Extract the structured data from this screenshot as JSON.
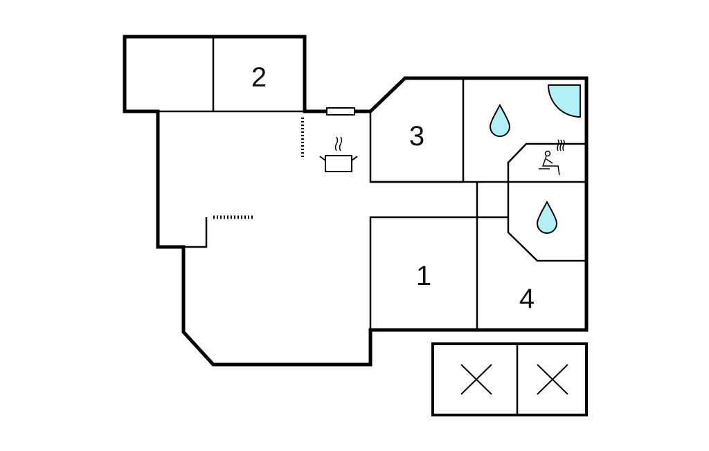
{
  "rooms": [
    {
      "id": "bedroom-2",
      "label": "2"
    },
    {
      "id": "bedroom-3",
      "label": "3"
    },
    {
      "id": "bedroom-1",
      "label": "1"
    },
    {
      "id": "bedroom-4",
      "label": "4"
    }
  ],
  "icons": [
    "kitchen-pot-icon",
    "water-drop-icon",
    "shower-icon",
    "sauna-icon",
    "parking-icon"
  ],
  "colors": {
    "wall": "#000000",
    "water": "#b3f0f5"
  }
}
